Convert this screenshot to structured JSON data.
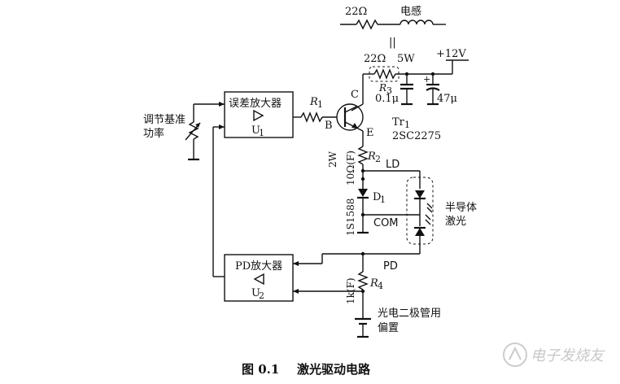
{
  "top": {
    "resistor_value": "22Ω",
    "inductor_label": "电感",
    "equiv_symbol": "||"
  },
  "r3": {
    "value": "22Ω",
    "power": "5W",
    "name": "R",
    "sub": "3"
  },
  "supply": {
    "voltage": "+12V"
  },
  "caps": {
    "c1": "0.1μ",
    "c2": "47μ",
    "plus": "+"
  },
  "transistor": {
    "name": "Tr",
    "name_sub": "1",
    "part": "2SC2275",
    "c": "C",
    "b": "B",
    "e": "E"
  },
  "r1": {
    "name": "R",
    "sub": "1"
  },
  "r2": {
    "name": "R",
    "sub": "2",
    "value": "10Ω(F)",
    "power": "2W"
  },
  "r4": {
    "name": "R",
    "sub": "4",
    "value": "1k(F)"
  },
  "diode": {
    "part": "1S1588",
    "name": "D",
    "sub": "1"
  },
  "amp_u1": {
    "title": "误差放大器",
    "name": "U",
    "sub": "1"
  },
  "amp_u2": {
    "title": "PD放大器",
    "name": "U",
    "sub": "2"
  },
  "adjust": {
    "line1": "调节基准",
    "line2": "功率"
  },
  "laser": {
    "line1": "半导体",
    "line2": "激光"
  },
  "nodes": {
    "ld": "LD",
    "com": "COM",
    "pd": "PD"
  },
  "bias": {
    "line1": "光电二极管用",
    "line2": "偏置"
  },
  "caption": {
    "figure": "图 0.1",
    "title": "激光驱动电路"
  },
  "watermark": "电子发烧友"
}
